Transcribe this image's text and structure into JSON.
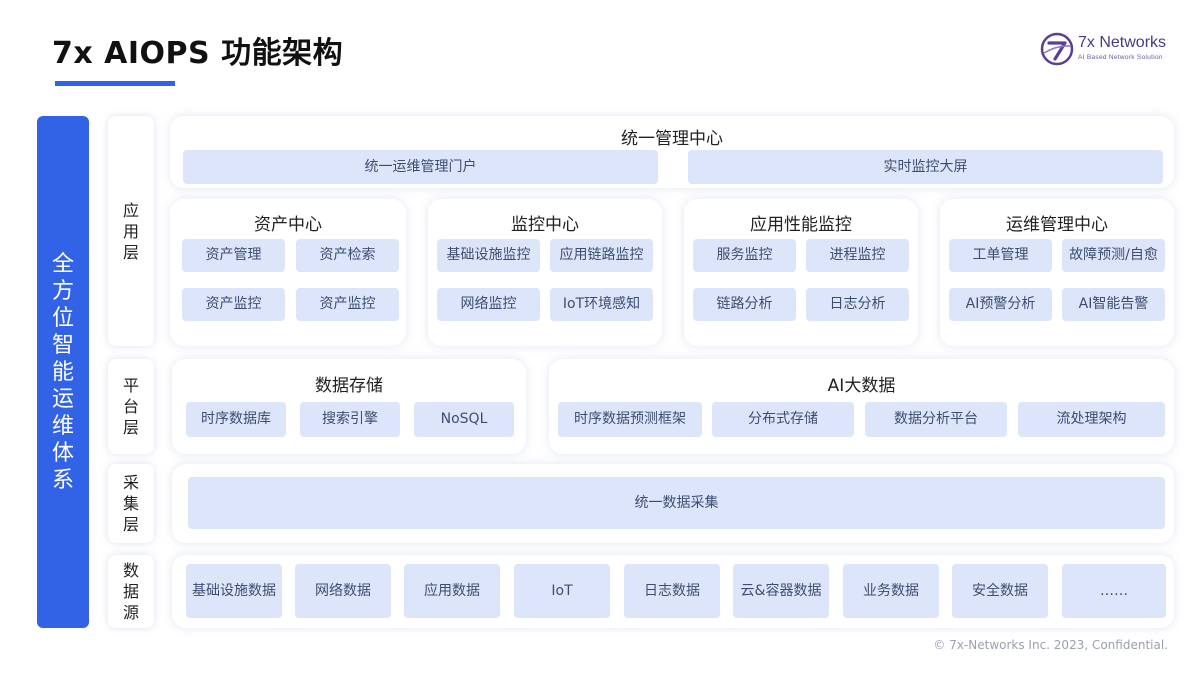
{
  "title": "7x AIOPS 功能架构",
  "logo": {
    "name": "7x Networks",
    "tagline": "AI Based Network Solution",
    "color": "#5b3f96"
  },
  "side_label": "全方位智能运维体系",
  "layers": {
    "app": "应用层",
    "platform": "平台层",
    "collect": "采集层",
    "source": "数据源"
  },
  "mgmt_center": {
    "title": "统一管理中心",
    "items": [
      "统一运维管理门户",
      "实时监控大屏"
    ]
  },
  "app_modules": [
    {
      "title": "资产中心",
      "items": [
        "资产管理",
        "资产检索",
        "资产监控",
        "资产监控"
      ]
    },
    {
      "title": "监控中心",
      "items": [
        "基础设施监控",
        "应用链路监控",
        "网络监控",
        "IoT环境感知"
      ]
    },
    {
      "title": "应用性能监控",
      "items": [
        "服务监控",
        "进程监控",
        "链路分析",
        "日志分析"
      ]
    },
    {
      "title": "运维管理中心",
      "items": [
        "工单管理",
        "故障预测/自愈",
        "AI预警分析",
        "AI智能告警"
      ]
    }
  ],
  "storage": {
    "title": "数据存储",
    "items": [
      "时序数据库",
      "搜索引擎",
      "NoSQL"
    ]
  },
  "ai_data": {
    "title": "AI大数据",
    "items": [
      "时序数据预测框架",
      "分布式存储",
      "数据分析平台",
      "流处理架构"
    ]
  },
  "collect": {
    "label": "统一数据采集"
  },
  "sources": [
    "基础设施数据",
    "网络数据",
    "应用数据",
    "IoT",
    "日志数据",
    "云&容器数据",
    "业务数据",
    "安全数据",
    "……"
  ],
  "footer": "© 7x-Networks Inc. 2023, Confidential.",
  "colors": {
    "accent": "#3263e6",
    "chip": "#dde5fb",
    "chip_text": "#3d4d72"
  }
}
